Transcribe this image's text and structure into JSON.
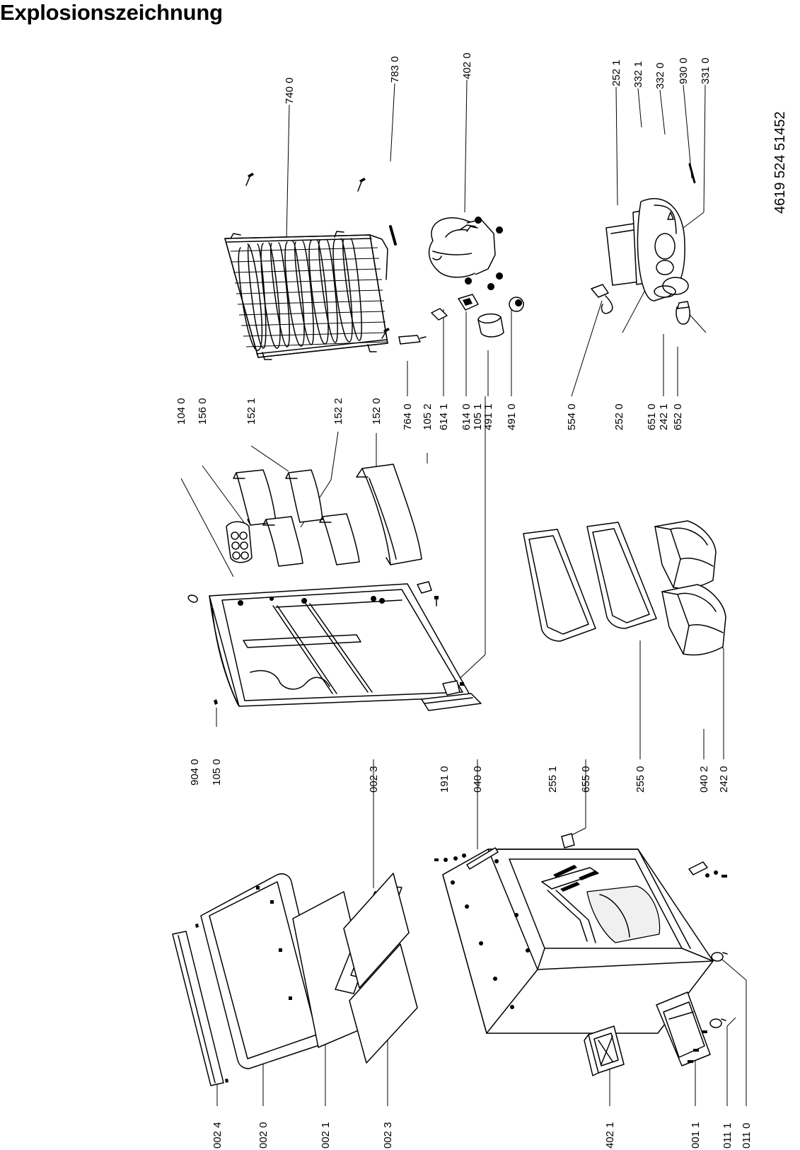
{
  "title": "Explosionszeichnung",
  "document_number": "4619 524 51452",
  "part_numbers": {
    "p7400": "740 0",
    "p7830": "783 0",
    "p4020": "402 0",
    "p2521": "252 1",
    "p3321": "332 1",
    "p3320": "332 0",
    "p9300": "930 0",
    "p3310": "331 0",
    "p1040": "104 0",
    "p1560": "156 0",
    "p1521": "152 1",
    "p1522": "152 2",
    "p1520": "152 0",
    "p7640": "764 0",
    "p1052": "105 2",
    "p6141": "614 1",
    "p6140": "614 0",
    "p1051": "105 1",
    "p4911": "491 1",
    "p4910": "491 0",
    "p5540": "554 0",
    "p2520": "252 0",
    "p6510": "651 0",
    "p2421": "242 1",
    "p6520": "652 0",
    "p9040": "904 0",
    "p1050": "105 0",
    "p0023a": "002 3",
    "p1910": "191 0",
    "p0400": "040 0",
    "p2551": "255 1",
    "p6550": "655 0",
    "p2550": "255 0",
    "p0402": "040 2",
    "p2420": "242 0",
    "p0024": "002 4",
    "p0020": "002 0",
    "p0021": "002 1",
    "p0023b": "002 3",
    "p4021": "402 1",
    "p0011": "001 1",
    "p0111": "011 1",
    "p0110": "011 0"
  }
}
